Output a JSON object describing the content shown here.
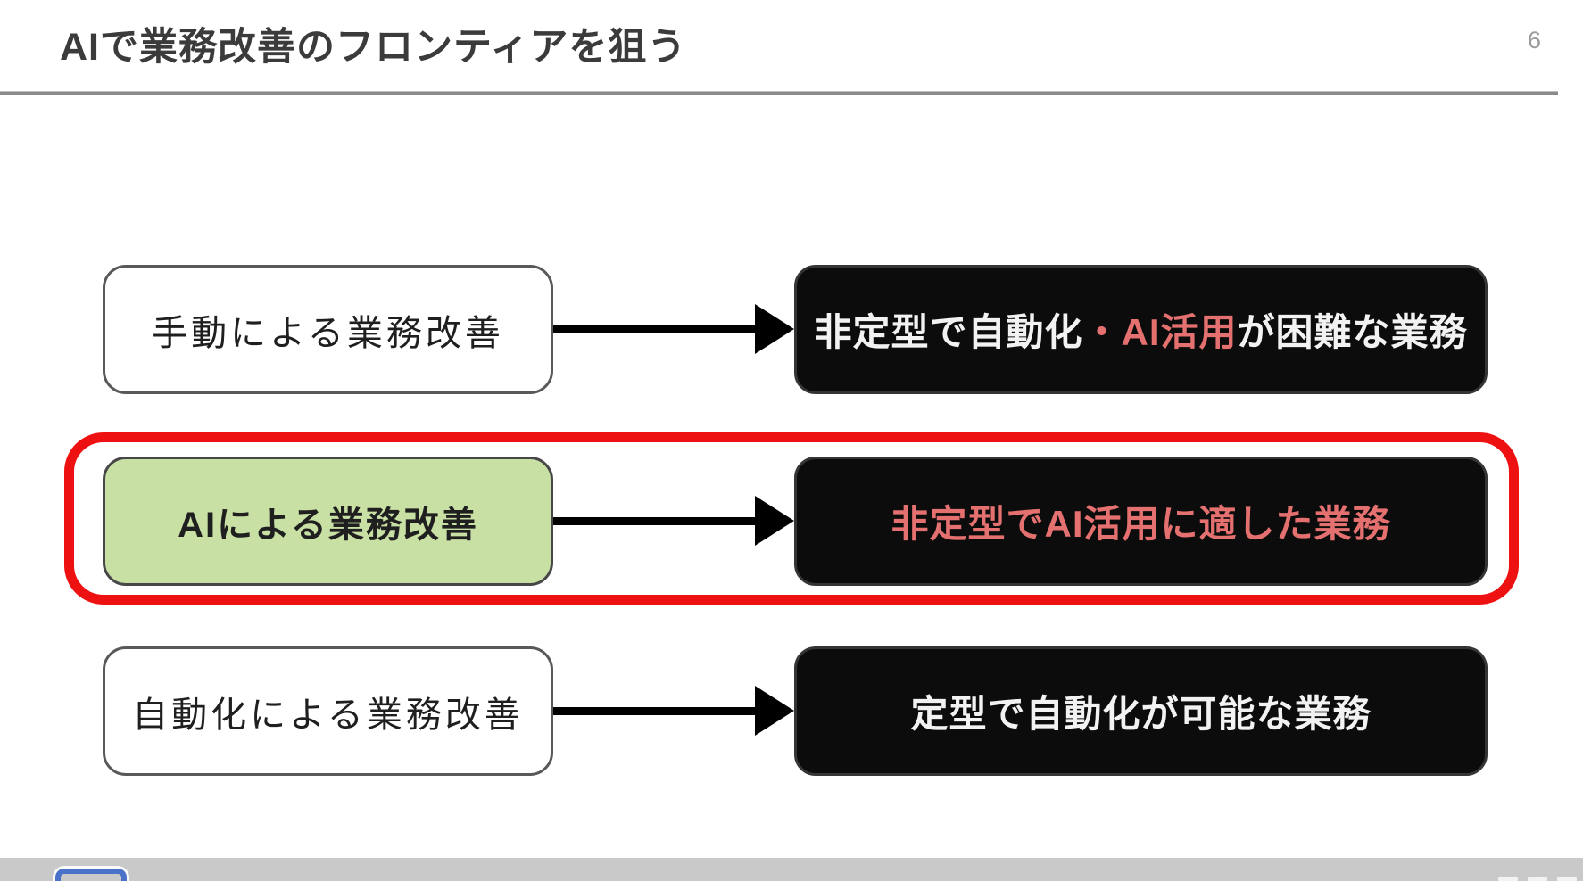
{
  "slide": {
    "title": "AIで業務改善のフロンティアを狙う",
    "page_number": "6"
  },
  "diagram": {
    "rows": [
      {
        "left_label": "手動による業務改善",
        "right": {
          "pre": "非定型で自動化",
          "em": "・AI活用",
          "post": "が困難な業務"
        }
      },
      {
        "left_label": "AIによる業務改善",
        "right": {
          "pre": "",
          "em": "非定型でAI活用に適した業務",
          "post": ""
        }
      },
      {
        "left_label": "自動化による業務改善",
        "right": {
          "pre": "定型で自動化が可能な業務",
          "em": "",
          "post": ""
        }
      }
    ],
    "highlight_row_index": 1
  },
  "icons": {
    "footer_left": "app-window-icon",
    "footer_right_cutoff_count": 3,
    "arrow": "arrow-right-icon"
  },
  "colors": {
    "highlight_outline": "#ed1111",
    "accent_text": "#e57070",
    "green_box_fill": "#c9e0a5",
    "black_box_fill": "#0c0c0c",
    "footer_bar": "#c9c9c9",
    "footer_icon_blue": "#4a72c8",
    "title_text": "#3b3b3b",
    "page_number_text": "#9b9b9b"
  }
}
